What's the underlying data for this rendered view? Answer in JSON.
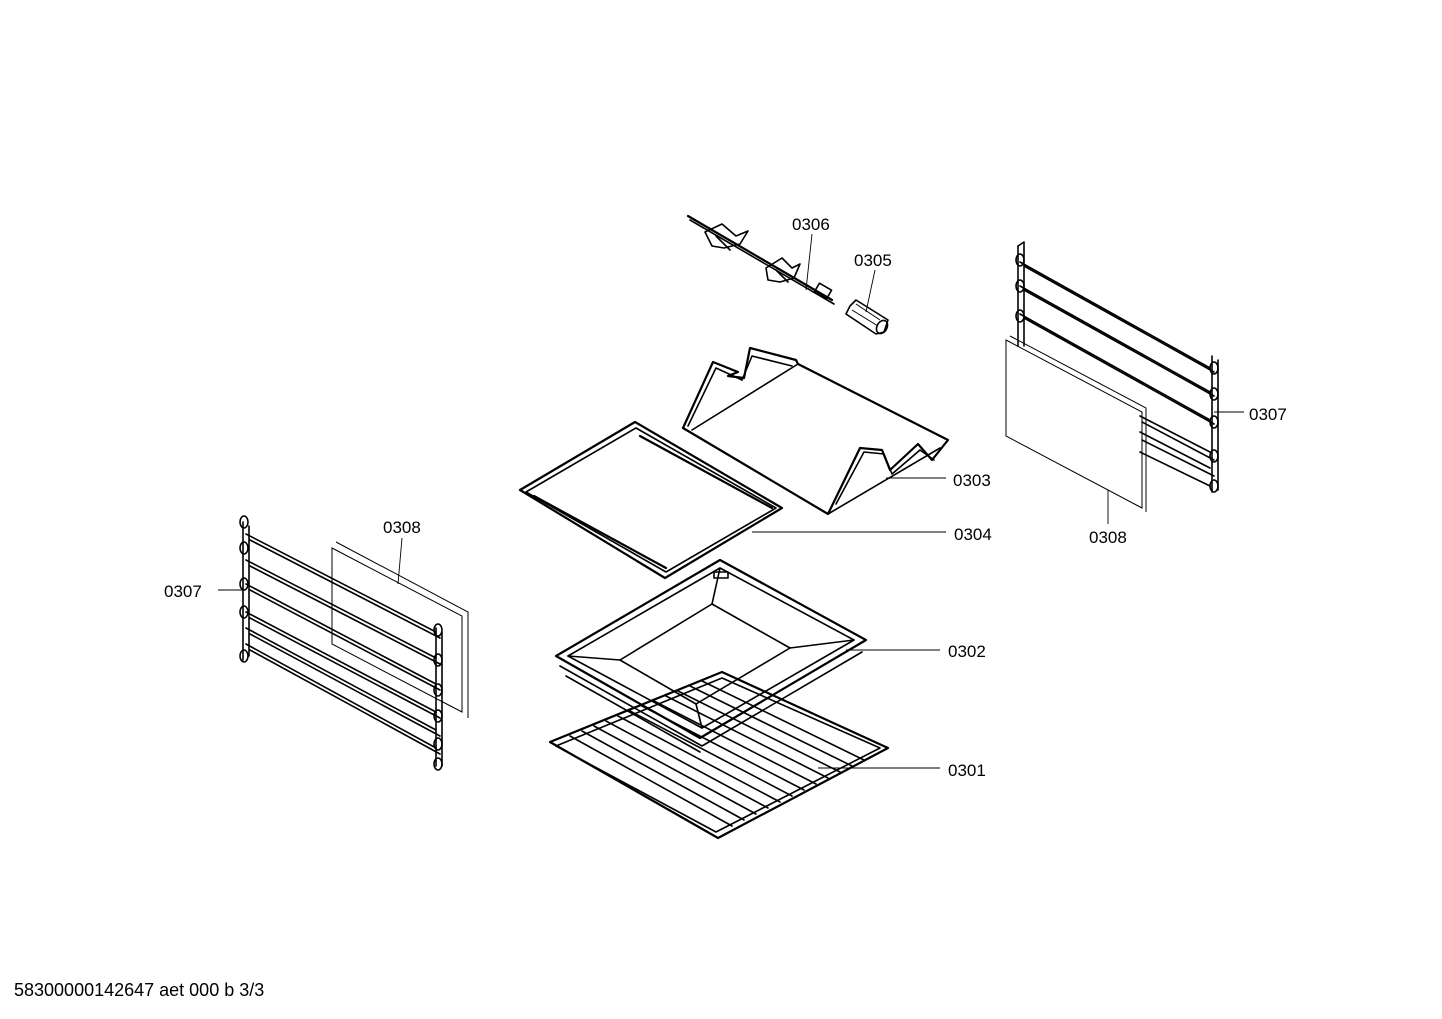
{
  "diagram": {
    "callouts": {
      "c0306": "0306",
      "c0305": "0305",
      "c0307_right": "0307",
      "c0303": "0303",
      "c0304": "0304",
      "c0308_right": "0308",
      "c0308_left": "0308",
      "c0307_left": "0307",
      "c0302": "0302",
      "c0301": "0301"
    }
  },
  "footer": {
    "document_code": "58300000142647 aet 000 b 3/3"
  }
}
